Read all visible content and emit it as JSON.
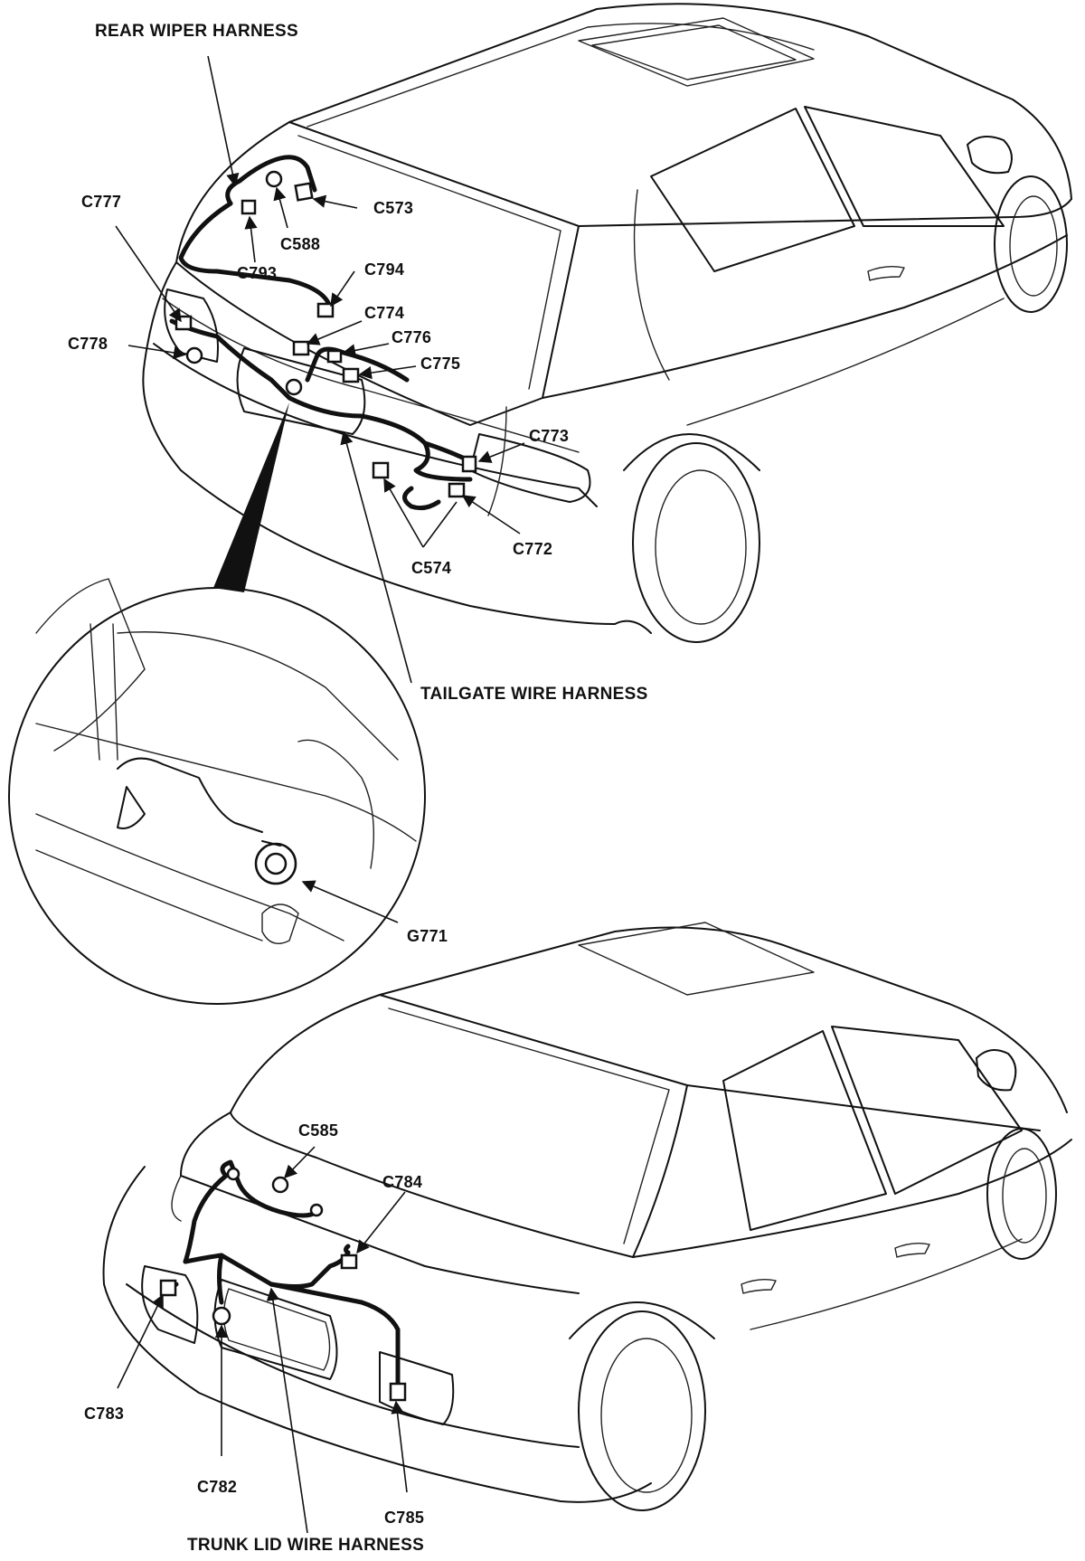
{
  "diagram": {
    "harness_labels": {
      "rear_wiper": "REAR WIPER HARNESS",
      "tailgate": "TAILGATE WIRE HARNESS",
      "trunk_lid": "TRUNK LID WIRE HARNESS"
    },
    "hatchback_connectors": {
      "c573": "C573",
      "c588": "C588",
      "c793": "C793",
      "c777": "C777",
      "c794": "C794",
      "c774": "C774",
      "c776": "C776",
      "c778": "C778",
      "c775": "C775",
      "c773": "C773",
      "c772": "C772",
      "c574": "C574"
    },
    "ground": {
      "g771": "G771"
    },
    "sedan_connectors": {
      "c585": "C585",
      "c784": "C784",
      "c783": "C783",
      "c782": "C782",
      "c785": "C785"
    }
  }
}
